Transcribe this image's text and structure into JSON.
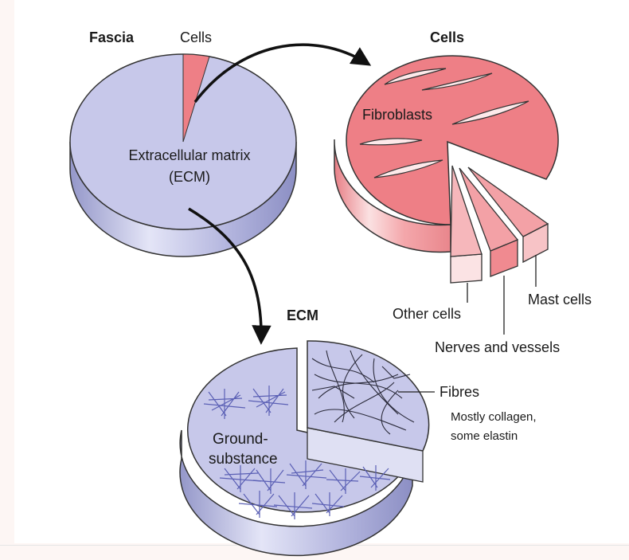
{
  "fascia": {
    "title": "Fascia",
    "cells_label": "Cells",
    "ecm_label_line1": "Extracellular matrix",
    "ecm_label_line2": "(ECM)"
  },
  "cells": {
    "title": "Cells",
    "fibroblasts": "Fibroblasts",
    "other_cells": "Other cells",
    "nerves_vessels": "Nerves and vessels",
    "mast_cells": "Mast cells"
  },
  "ecm": {
    "title": "ECM",
    "ground_line1": "Ground-",
    "ground_line2": "substance",
    "fibres": "Fibres",
    "fibres_desc_line1": "Mostly collagen,",
    "fibres_desc_line2": "some elastin"
  },
  "colors": {
    "ecm_top": "#c7c8ea",
    "ecm_side": "#a9abd6",
    "cells_top": "#ee7f86",
    "cells_side": "#f2a9ad",
    "arrow": "#111111"
  }
}
